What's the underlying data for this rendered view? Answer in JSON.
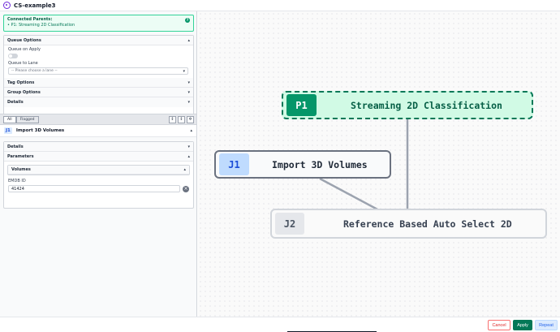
{
  "window": {
    "title": "CS-example3"
  },
  "parents": {
    "header": "Connected Parents:",
    "items": [
      "• P1: Streaming 2D Classification"
    ],
    "help": "?"
  },
  "queue": {
    "header": "Queue Options",
    "queue_on_apply_label": "Queue on Apply",
    "queue_on_apply": false,
    "queue_to_lane_label": "Queue to Lane",
    "lane_placeholder": "-- Please choose a lane --"
  },
  "sections": {
    "tag": "Tag Options",
    "group": "Group Options",
    "details": "Details"
  },
  "tabs": {
    "all": "All",
    "flagged": "Flagged"
  },
  "job": {
    "badge": "J1",
    "title": "Import 3D Volumes",
    "details": "Details",
    "parameters": "Parameters",
    "volumes": "Volumes",
    "emdb_label": "EMDB ID",
    "emdb_value": "41424"
  },
  "graph": {
    "nodes": [
      {
        "id": "P1",
        "label": "Streaming 2D Classification"
      },
      {
        "id": "J1",
        "label": "Import 3D Volumes"
      },
      {
        "id": "J2",
        "label": "Reference Based Auto Select 2D"
      }
    ]
  },
  "footer": {
    "cancel": "Cancel",
    "apply": "Apply",
    "repeat": "Repeat"
  },
  "colors": {
    "accent_green": "#059669",
    "accent_blue": "#2563eb",
    "danger": "#dc2626"
  }
}
